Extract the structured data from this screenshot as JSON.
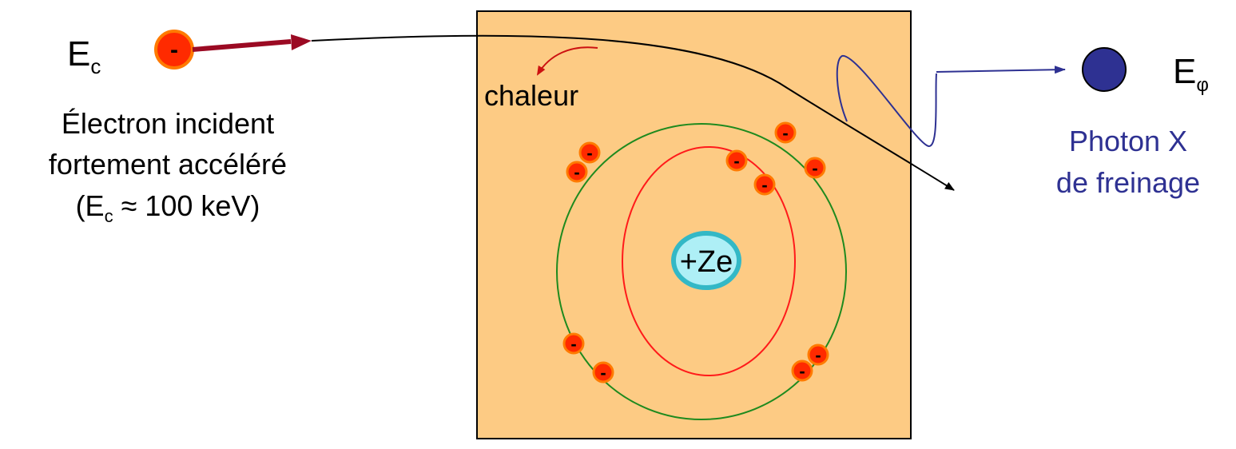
{
  "incident": {
    "energy_symbol": "E",
    "energy_sub": "c",
    "electron_sign": "-",
    "desc_line1": "Électron incident",
    "desc_line2": "fortement accéléré",
    "desc_line3_open": "(E",
    "desc_line3_sub": "c",
    "desc_line3_rest": " ≈ 100 keV)"
  },
  "target": {
    "heat_label": "chaleur",
    "nucleus_label": "+Ze",
    "electron_sign": "-"
  },
  "photon": {
    "energy_symbol": "E",
    "energy_sub": "φ",
    "label_line1": "Photon X",
    "label_line2": "de freinage"
  },
  "colors": {
    "target_fill": "#FDCB84",
    "electron_fill": "#FF2A00",
    "electron_stroke": "#FF7A00",
    "incident_arrow": "#9B0A23",
    "inner_orbit": "#FF1A1A",
    "outer_orbit": "#1E8A1E",
    "nucleus_fill": "#AEEFF6",
    "nucleus_stroke": "#33B8C6",
    "photon_fill": "#2E3192",
    "photon_text": "#2E3192",
    "heat_arrow": "#CC1111"
  }
}
